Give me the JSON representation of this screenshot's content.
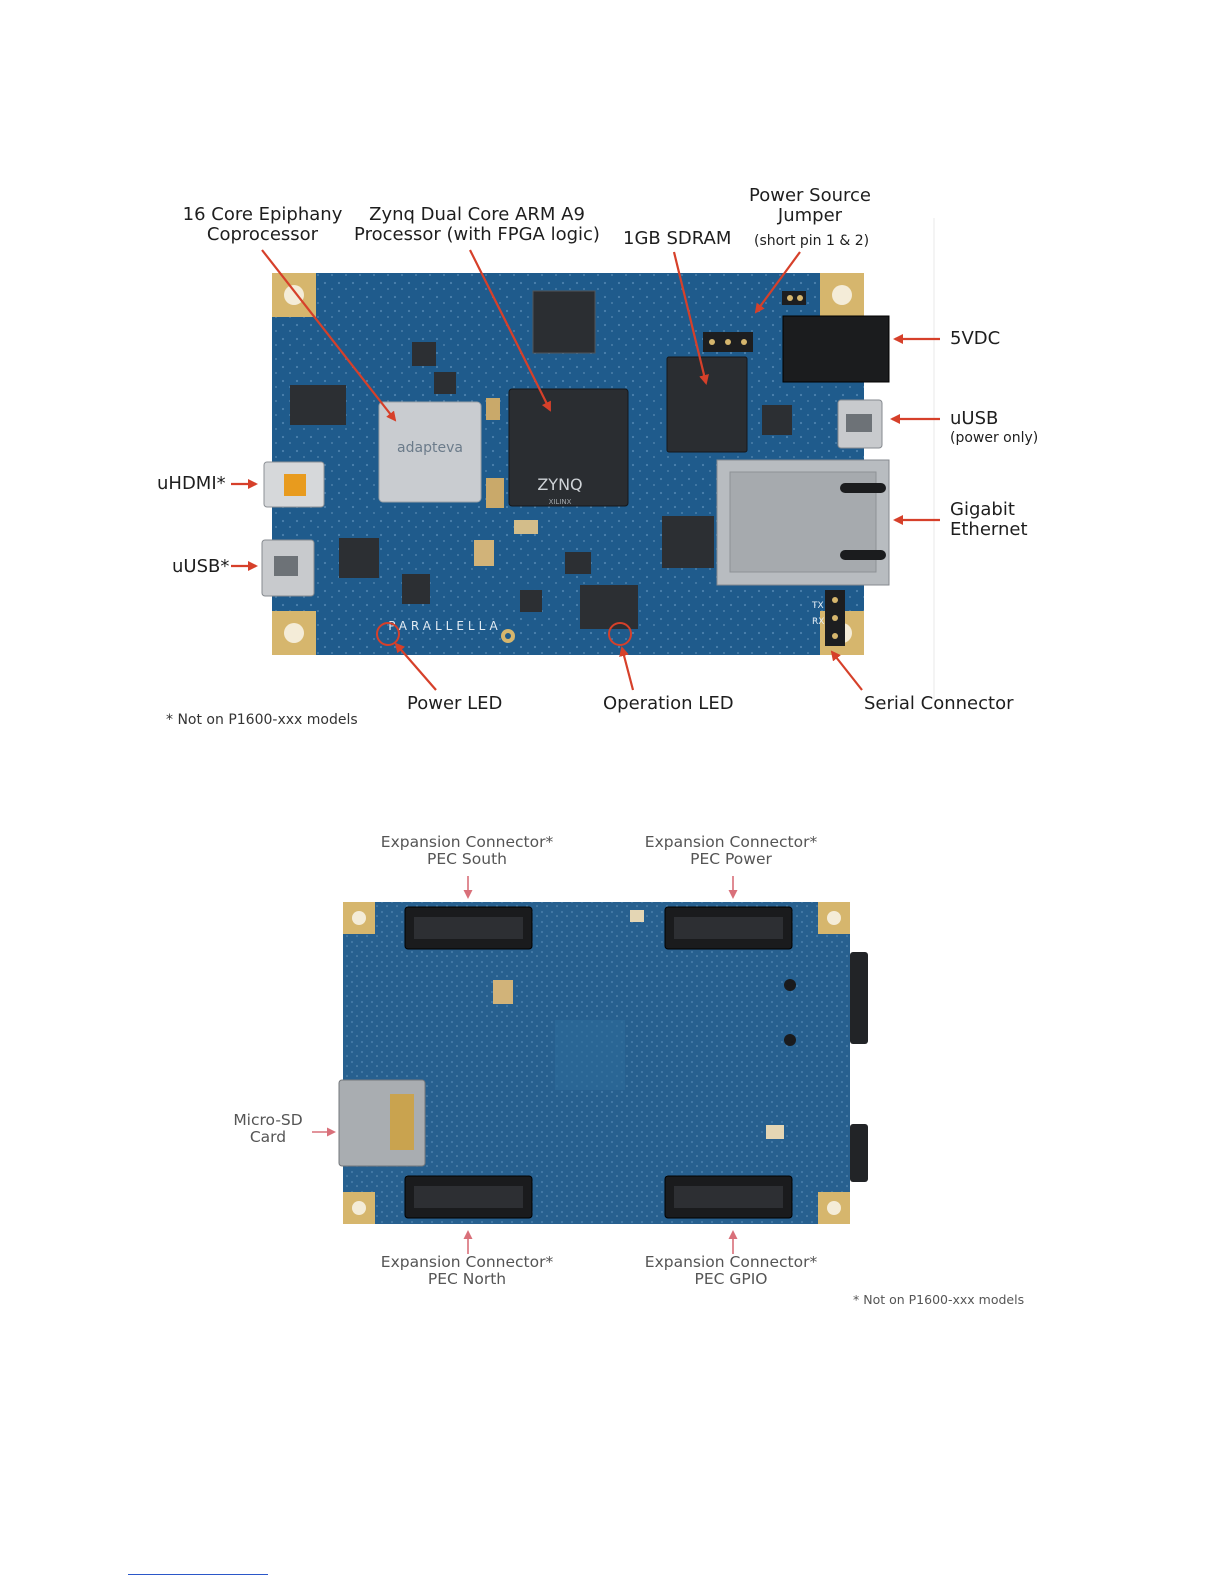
{
  "top_figure": {
    "labels": {
      "epiphany": "16 Core Epiphany\nCoprocessor",
      "zynq": "Zynq Dual Core ARM A9\nProcessor (with FPGA logic)",
      "sdram": "1GB SDRAM",
      "power_source": "Power Source\nJumper",
      "power_source_note": "(short pin 1 & 2)",
      "vdc": "5VDC",
      "uusb_right": "uUSB",
      "uusb_right_note": "(power only)",
      "ethernet": "Gigabit\nEthernet",
      "uhdmi": "uHDMI*",
      "uusb_left": "uUSB*",
      "power_led": "Power LED",
      "operation_led": "Operation LED",
      "serial": "Serial Connector",
      "footnote": "* Not on P1600-xxx models"
    },
    "chip_text": {
      "epiphany_logo": "adapteva",
      "zynq_logo": "ZYNQ",
      "xilinx": "XILINX",
      "board_name": "PARALLELLA",
      "tx": "TX",
      "rx": "RX"
    }
  },
  "bottom_figure": {
    "labels": {
      "pec_south": "Expansion Connector*\nPEC South",
      "pec_power": "Expansion Connector*\nPEC Power",
      "micro_sd": "Micro-SD\nCard",
      "pec_north": "Expansion Connector*\nPEC North",
      "pec_gpio": "Expansion Connector*\nPEC GPIO",
      "footnote": "* Not on P1600-xxx models"
    }
  },
  "colors": {
    "board_blue": "#1f5b8c",
    "board_dark": "#174a75",
    "pad_gold": "#d6b66d",
    "arrow_red": "#d6402a",
    "arrow_pink": "#d9707a"
  }
}
